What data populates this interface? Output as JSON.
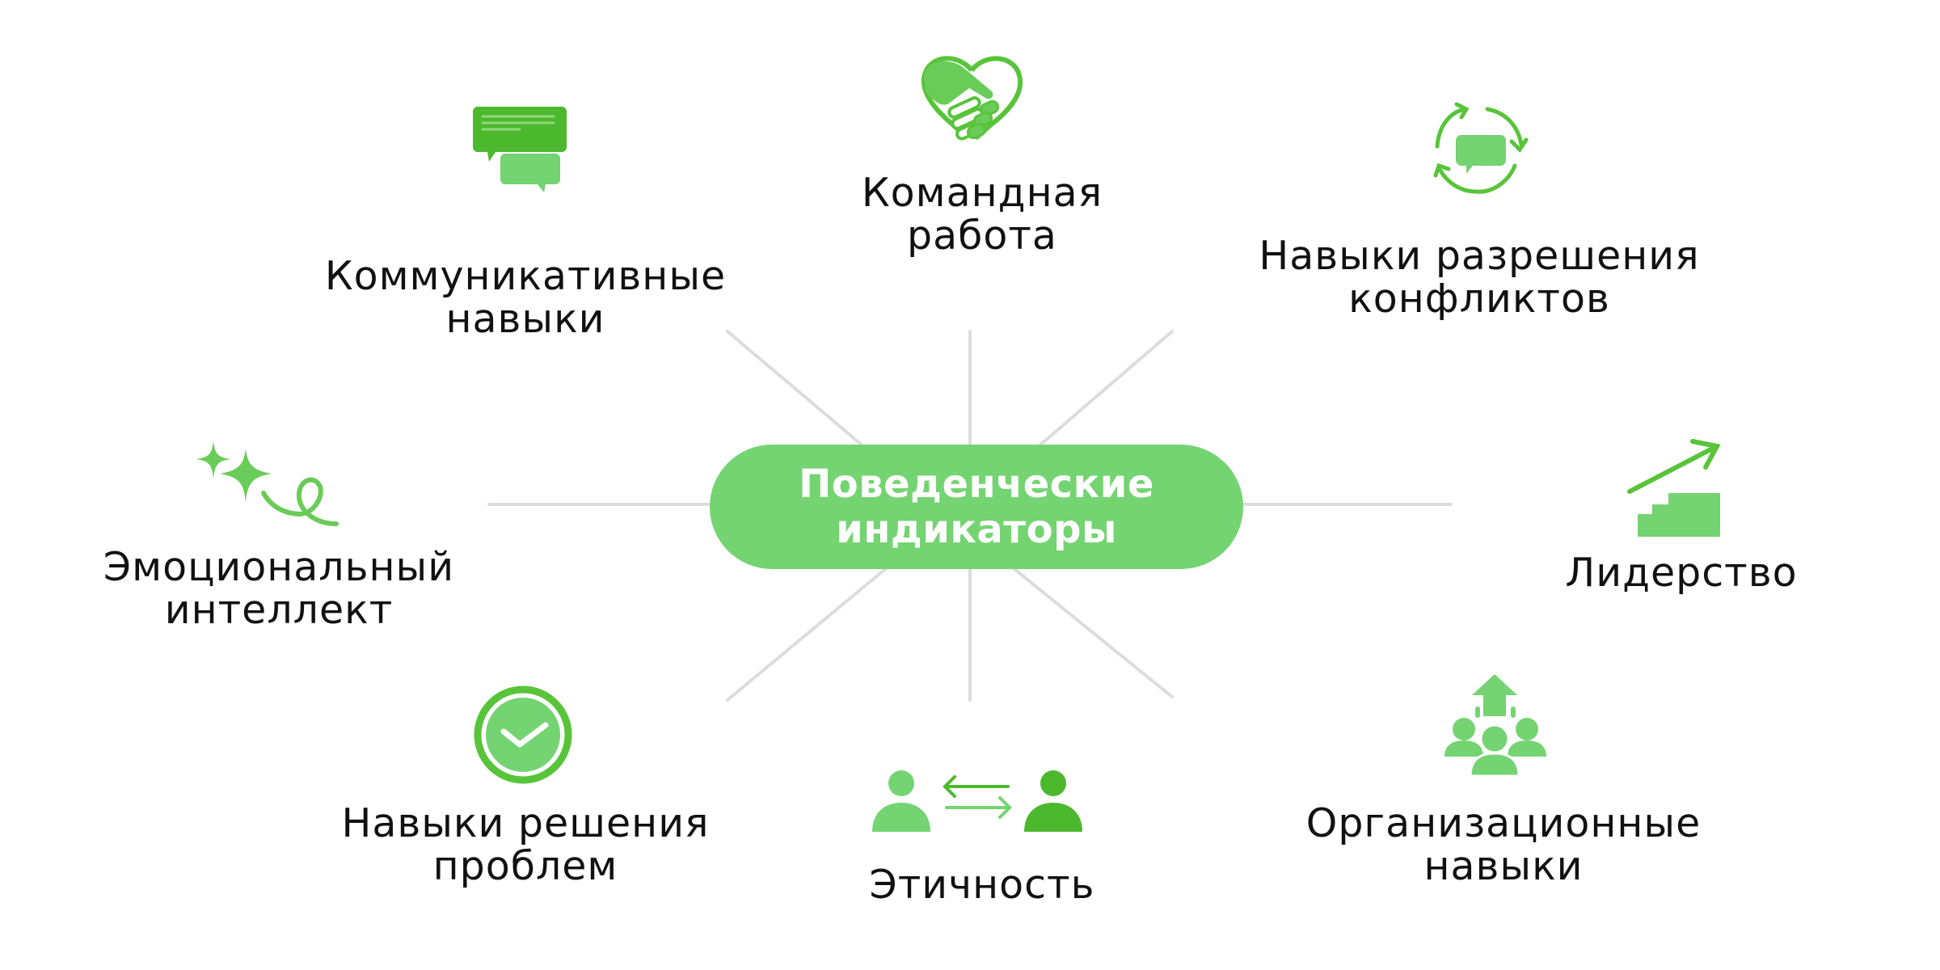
{
  "center": {
    "label_line1": "Поведенческие",
    "label_line2": "индикаторы",
    "color": "#74d472"
  },
  "colors": {
    "dark_green": "#4cb82e",
    "light_green": "#74d472",
    "connector_gray": "#dcdcdc",
    "text": "#111111"
  },
  "nodes": [
    {
      "id": "teamwork",
      "line1": "Командная",
      "line2": "работа",
      "icon": "handshake-heart-icon"
    },
    {
      "id": "communication",
      "line1": "Коммуникативные",
      "line2": "навыки",
      "icon": "chat-bubbles-icon"
    },
    {
      "id": "conflict",
      "line1": "Навыки разрешения",
      "line2": "конфликтов",
      "icon": "cycle-chat-icon"
    },
    {
      "id": "emotional",
      "line1": "Эмоциональный",
      "line2": "интеллект",
      "icon": "sparkles-icon"
    },
    {
      "id": "leadership",
      "line1": "Лидерство",
      "line2": "",
      "icon": "stairs-arrow-icon"
    },
    {
      "id": "problem",
      "line1": "Навыки решения",
      "line2": "проблем",
      "icon": "check-circle-icon"
    },
    {
      "id": "ethics",
      "line1": "Этичность",
      "line2": "",
      "icon": "people-exchange-icon"
    },
    {
      "id": "organization",
      "line1": "Организационные",
      "line2": "навыки",
      "icon": "team-arrow-up-icon"
    }
  ]
}
